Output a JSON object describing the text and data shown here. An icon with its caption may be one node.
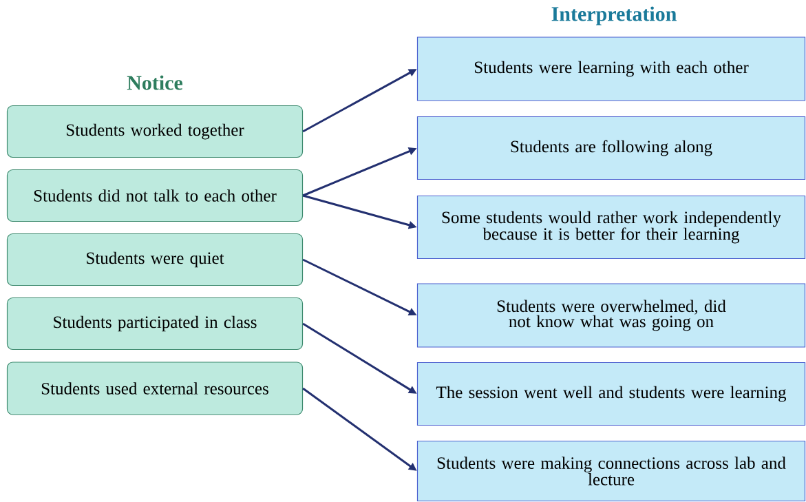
{
  "diagram": {
    "nodes": [
      {
        "text": [
          "Students worked together"
        ]
      },
      {
        "text": [
          "Students did not talk to each other"
        ]
      },
      {
        "text": [
          "Students were quiet"
        ]
      },
      {
        "text": [
          "Students participated in class"
        ]
      },
      {
        "text": [
          "Students used external resources"
        ]
      },
      {
        "text": [
          "Students were learning with each other"
        ]
      },
      {
        "text": [
          "Students are following along"
        ]
      },
      {
        "text": [
          "Some students would rather work independently because it is better for their learning"
        ]
      },
      {
        "text": [
          "Students were overwhelmed, did not know what was going on"
        ]
      },
      {
        "text": [
          "The session went well and students were learning"
        ]
      },
      {
        "text": [
          "Students were making connections across lab and lecture"
        ]
      }
    ],
    "edges": [
      {
        "from": 0,
        "to": 5,
        "arrow": "to"
      },
      {
        "from": 1,
        "to": 6,
        "arrow": "to"
      },
      {
        "from": 1,
        "to": 7,
        "arrow": "to"
      },
      {
        "from": 2,
        "to": 8,
        "arrow": "to"
      },
      {
        "from": 3,
        "to": 9,
        "arrow": "to"
      },
      {
        "from": 4,
        "to": 10,
        "arrow": "to"
      }
    ],
    "labels": [
      "Interpretation",
      "Notice"
    ]
  }
}
